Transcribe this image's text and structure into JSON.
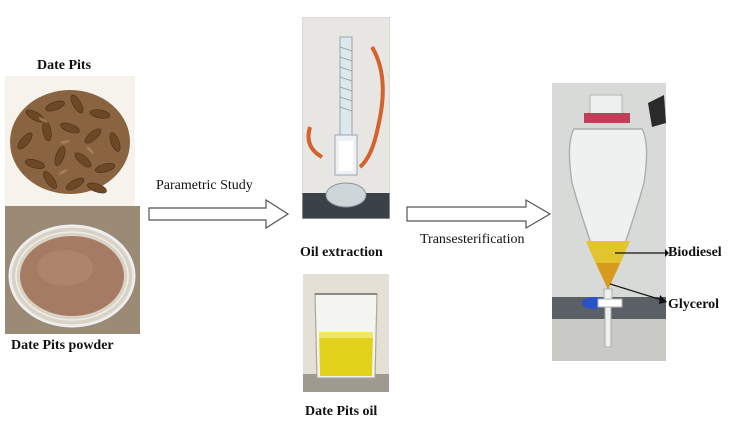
{
  "labels": {
    "date_pits": "Date Pits",
    "date_pits_powder": "Date Pits powder",
    "parametric_study": "Parametric Study",
    "oil_extraction": "Oil extraction",
    "date_pits_oil": "Date Pits oil",
    "transesterification": "Transesterification",
    "biodiesel": "Biodiesel",
    "glycerol": "Glycerol"
  },
  "photos": {
    "seeds": "date-pits-photo",
    "powder": "date-pits-powder-photo",
    "extraction": "soxhlet-extraction-photo",
    "oil": "date-pits-oil-beaker-photo",
    "funnel": "separatory-funnel-photo"
  },
  "colors": {
    "seed_brown": "#7a5330",
    "powder_tan": "#a57c63",
    "oil_yellow": "#e2d21c",
    "biodiesel_amber": "#d89a1c",
    "arrow_stroke": "#555555"
  }
}
